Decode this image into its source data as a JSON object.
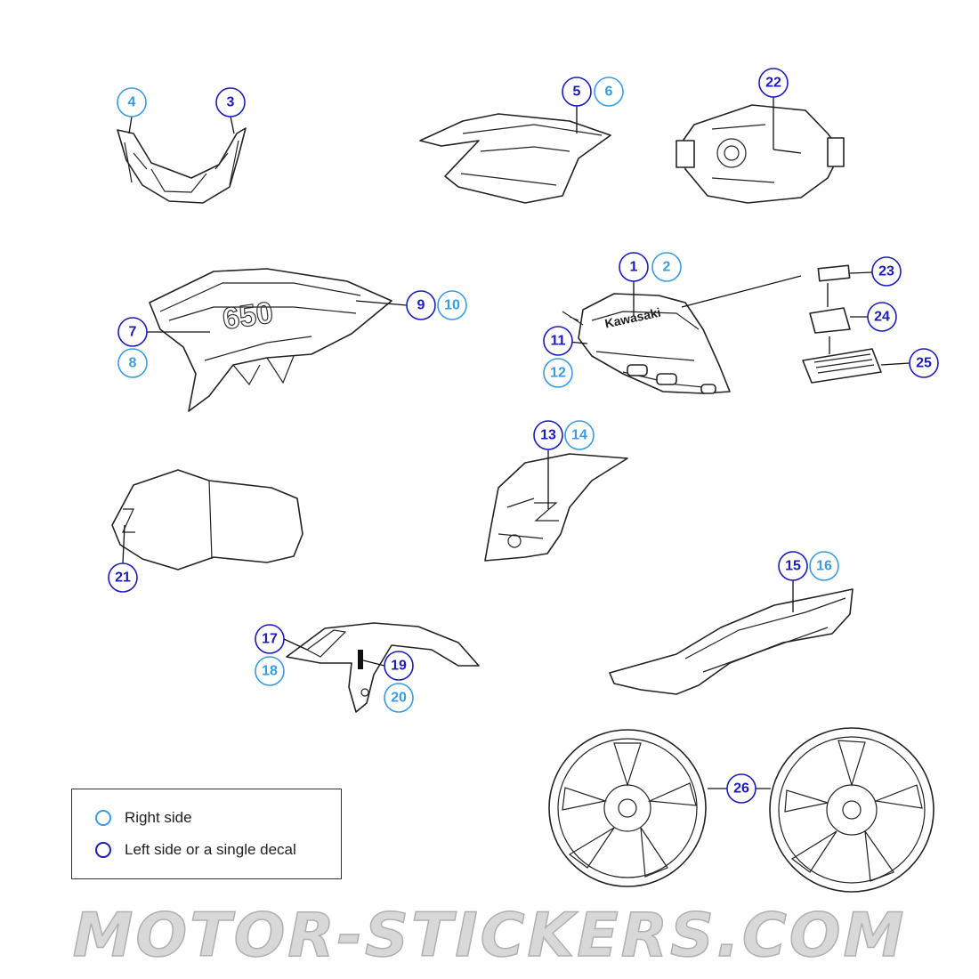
{
  "colors": {
    "right_side": "#3a9be0",
    "left_side": "#1c1cb8",
    "line": "#222222"
  },
  "callouts": [
    {
      "id": "c1",
      "label": "1",
      "side": "left"
    },
    {
      "id": "c2",
      "label": "2",
      "side": "right"
    },
    {
      "id": "c3",
      "label": "3",
      "side": "left"
    },
    {
      "id": "c4",
      "label": "4",
      "side": "right"
    },
    {
      "id": "c5",
      "label": "5",
      "side": "left"
    },
    {
      "id": "c6",
      "label": "6",
      "side": "right"
    },
    {
      "id": "c7",
      "label": "7",
      "side": "left"
    },
    {
      "id": "c8",
      "label": "8",
      "side": "right"
    },
    {
      "id": "c9",
      "label": "9",
      "side": "left"
    },
    {
      "id": "c10",
      "label": "10",
      "side": "right"
    },
    {
      "id": "c11",
      "label": "11",
      "side": "left"
    },
    {
      "id": "c12",
      "label": "12",
      "side": "right"
    },
    {
      "id": "c13",
      "label": "13",
      "side": "left"
    },
    {
      "id": "c14",
      "label": "14",
      "side": "right"
    },
    {
      "id": "c15",
      "label": "15",
      "side": "left"
    },
    {
      "id": "c16",
      "label": "16",
      "side": "right"
    },
    {
      "id": "c17",
      "label": "17",
      "side": "left"
    },
    {
      "id": "c18",
      "label": "18",
      "side": "right"
    },
    {
      "id": "c19",
      "label": "19",
      "side": "left"
    },
    {
      "id": "c20",
      "label": "20",
      "side": "right"
    },
    {
      "id": "c21",
      "label": "21",
      "side": "left"
    },
    {
      "id": "c22",
      "label": "22",
      "side": "left"
    },
    {
      "id": "c23",
      "label": "23",
      "side": "left"
    },
    {
      "id": "c24",
      "label": "24",
      "side": "left"
    },
    {
      "id": "c25",
      "label": "25",
      "side": "left"
    },
    {
      "id": "c26",
      "label": "26",
      "side": "left"
    }
  ],
  "part_text": {
    "shroud_displacement": "650",
    "tank_brand": "Kawasaki"
  },
  "legend": {
    "right_side_label": "Right side",
    "left_side_label": "Left side or a single decal"
  },
  "watermark": "MOTOR-STICKERS.COM"
}
